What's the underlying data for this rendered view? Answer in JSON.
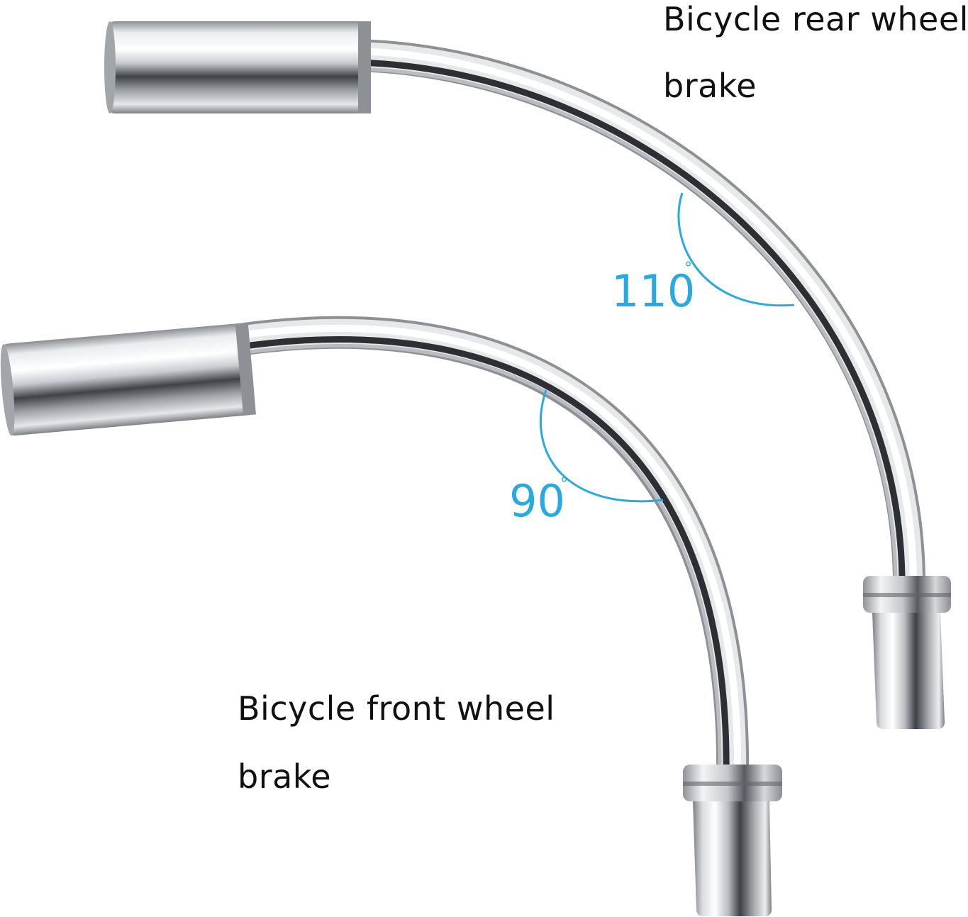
{
  "rear_brake": {
    "label_line1": "Bicycle rear wheel",
    "label_line2": "brake",
    "angle_value": "110",
    "angle_unit": "°"
  },
  "front_brake": {
    "label_line1": "Bicycle front wheel",
    "label_line2": "brake",
    "angle_value": "90",
    "angle_unit": "°"
  },
  "colors": {
    "background": "#ffffff",
    "text": "#111111",
    "angle_accent": "#29a9e1",
    "chrome_dark": "#5f6368",
    "chrome_mid": "#b9bcc0",
    "chrome_light": "#f4f5f6"
  },
  "icons": {
    "rear_noodle": "rear-brake-noodle-illustration",
    "front_noodle": "front-brake-noodle-illustration"
  }
}
